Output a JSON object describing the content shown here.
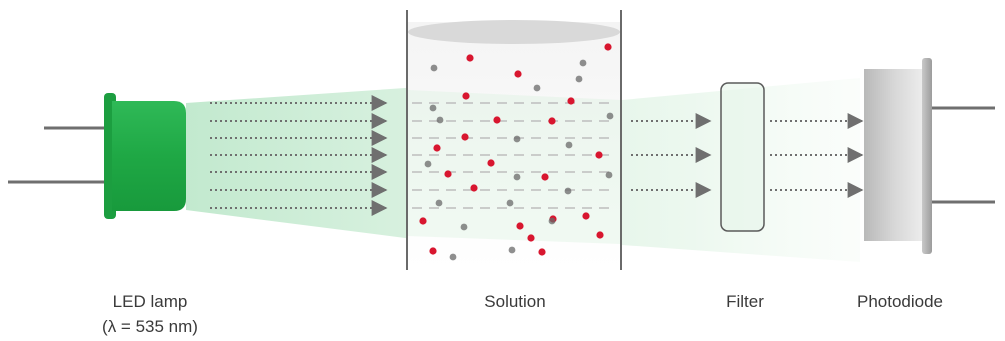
{
  "labels": {
    "led_lamp": "LED lamp",
    "wavelength": "(λ = 535 nm)",
    "solution": "Solution",
    "filter": "Filter",
    "photodiode": "Photodiode"
  },
  "colors": {
    "led_green": "#22b24c",
    "beam_green": "#bfe8cc",
    "arrow_gray": "#6f6f6f",
    "particle_red": "#d8162f",
    "particle_gray": "#6a6a6a",
    "wire_gray": "#6f6f6f"
  }
}
